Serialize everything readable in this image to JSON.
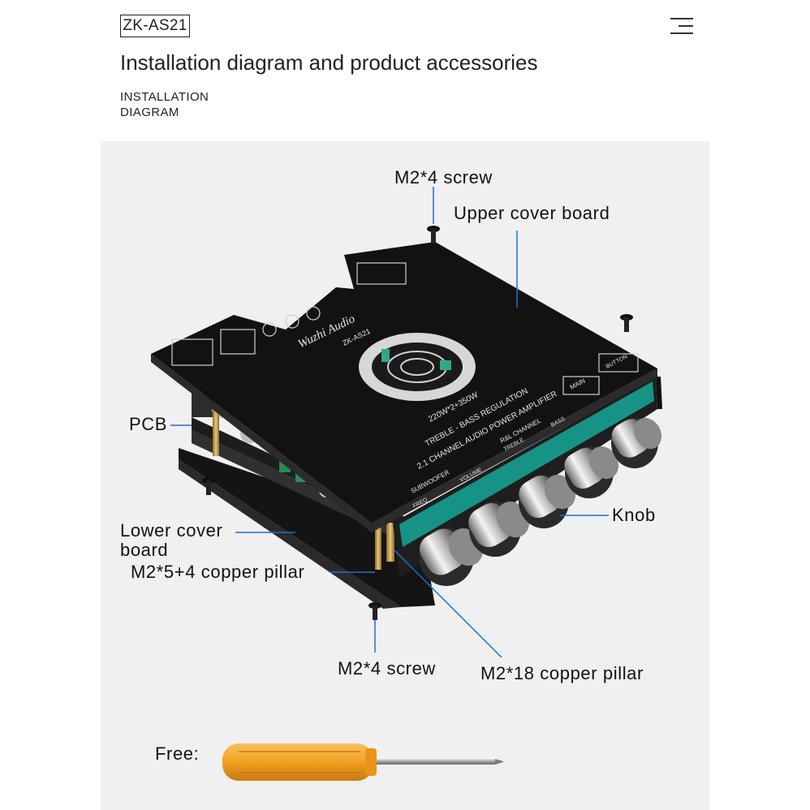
{
  "header": {
    "model_badge": "ZK-AS21",
    "menu_icon": "hamburger-menu-icon",
    "title": "Installation diagram and product accessories",
    "subtitle_line1": "INSTALLATION",
    "subtitle_line2": "DIAGRAM"
  },
  "diagram": {
    "callouts": {
      "screw_top": "M2*4 screw",
      "upper_cover_board": "Upper cover board",
      "pcb": "PCB",
      "knob": "Knob",
      "lower_cover_line1": "Lower cover",
      "lower_cover_line2": "board",
      "copper_pillar_short": "M2*5+4 copper pillar",
      "screw_bottom": "M2*4 screw",
      "copper_pillar_long": "M2*18 copper pillar"
    },
    "board_print": {
      "brand": "Wuzhi Audio",
      "model": "ZK-AS21",
      "power": "220W*2+350W",
      "line1": "TREBLE - BASS REGULATION",
      "line2": "2.1 CHANNEL AUDIO POWER AMPLIFIER",
      "channel": "R&L CHANNEL",
      "subwoofer": "SUBWOOFER",
      "main": "MAIN",
      "freq": "FREQ",
      "volume": "VOLUME",
      "treble": "TREBLE",
      "bass": "BASS",
      "button": "BUTTON"
    },
    "free_label": "Free:",
    "accent_color": "#1f6fd0",
    "handle_color": "#f2a020"
  }
}
